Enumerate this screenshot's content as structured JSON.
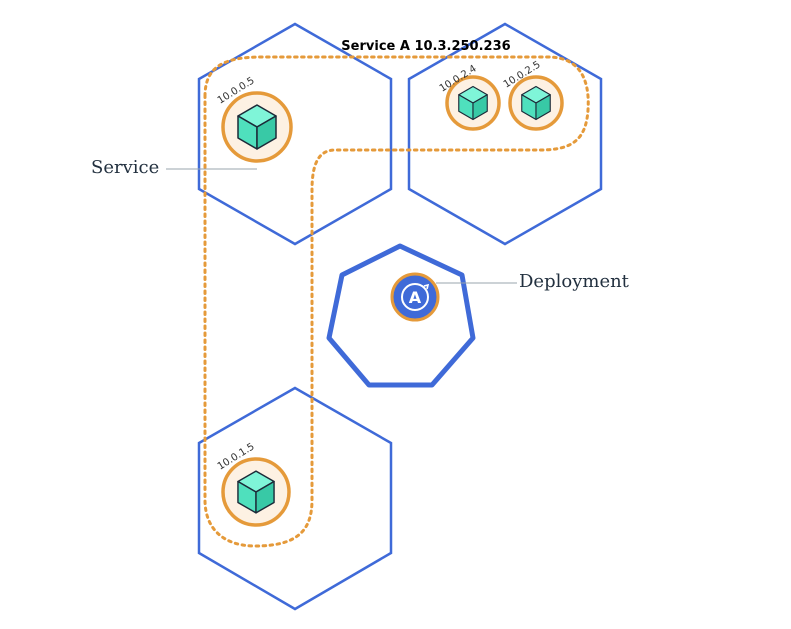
{
  "colors": {
    "node_stroke": "#3f6ad8",
    "service_dots": "#e59a3a",
    "pod_ring": "#e59a3a",
    "pod_fill": "#fdf1e3",
    "cube_top": "#7ff5d8",
    "cube_front": "#4fe0bd",
    "cube_side": "#38c9a6",
    "deployment_fill": "#3f6ad8",
    "leader_line": "#9aa4ad"
  },
  "service_header": "Service A 10.3.250.236",
  "labels": {
    "service": "Service",
    "deployment": "Deployment",
    "deployment_icon_letter": "A"
  },
  "pods": [
    {
      "ip": "10.0.0.5"
    },
    {
      "ip": "10.0.2.4"
    },
    {
      "ip": "10.0.2.5"
    },
    {
      "ip": "10.0.1.5"
    }
  ],
  "icons": {
    "pod": "cube-icon",
    "deployment": "deployment-icon"
  }
}
